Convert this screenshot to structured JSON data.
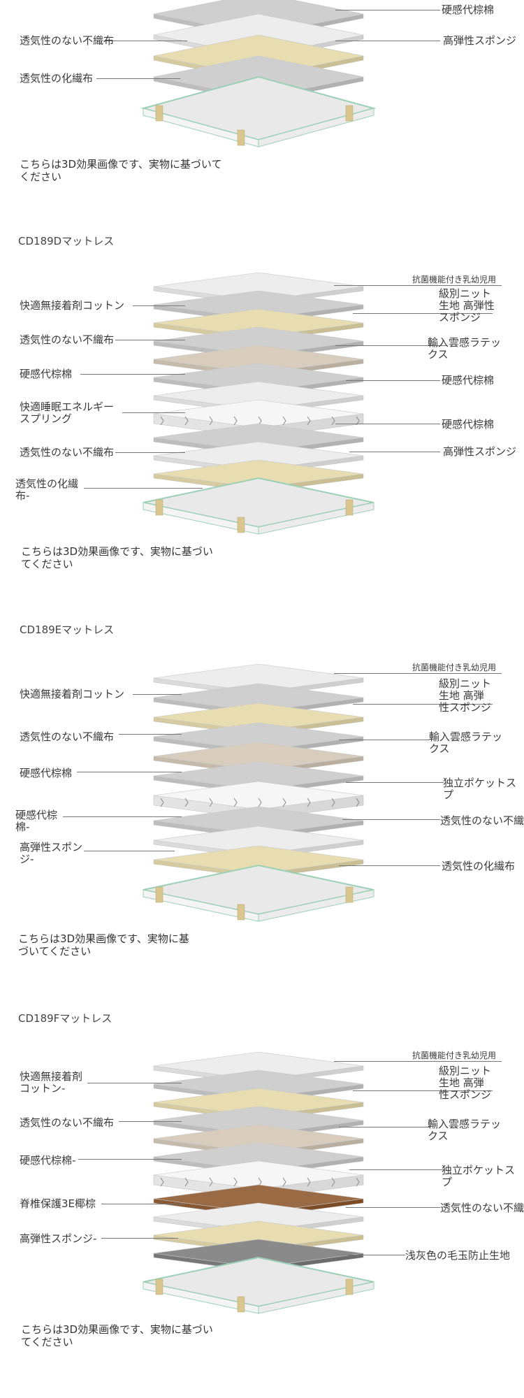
{
  "colors": {
    "white_layer": "#ededed",
    "grey_layer": "#cfcfcf",
    "cream_layer": "#e8ddb0",
    "beige_layer": "#d8cdbd",
    "brown_layer": "#9a6a45",
    "dark_layer": "#8a8a8a",
    "frame": "#e9e9e9",
    "frame_edge": "#9bd0b4",
    "post": "#d9c691"
  },
  "section_a": {
    "top_cut_label": "",
    "labels_left": [
      "透気性のない不織布",
      "透気性の化繊布"
    ],
    "labels_right": [
      "硬感代棕棉",
      "高弾性スポンジ"
    ],
    "note": "こちらは3D効果画像です、実物に基づいて\nください"
  },
  "section_d": {
    "title": "CD189Dマットレス",
    "labels_left": [
      "快適無接着剤コットン",
      "透気性のない不織布",
      "硬感代棕棉",
      "快適睡眠エネルギー\nスプリング",
      "透気性のない不織布",
      "透気性の化繊\n布-"
    ],
    "labels_right": [
      "抗菌機能付き乳幼児用",
      "級別ニット\n生地 高弾性\nスポンジ",
      "輸入雲感ラテッ\nクス",
      "硬感代棕棉",
      "硬感代棕棉",
      "高弾性スポンジ"
    ],
    "note": "こちらは3D効果画像です、実物に基づい\nてください"
  },
  "section_e": {
    "title": "CD189Eマットレス",
    "labels_left": [
      "快適無接着剤コットン",
      "透気性のない不織布",
      "硬感代棕棉",
      "硬感代棕\n棉-",
      "高弾性スポン\nジ-"
    ],
    "labels_right": [
      "抗菌機能付き乳幼児用",
      "級別ニット\n生地 高弾\n性スポンジ",
      "輸入雲感ラテッ\nクス",
      "独立ポケットスプ",
      "透気性のない不織",
      "透気性の化繊布"
    ],
    "note": "こちらは3D効果画像です、実物に基\nづいてください"
  },
  "section_f": {
    "title": "CD189Fマットレス",
    "labels_left": [
      "快適無接着剤\nコットン-",
      "透気性のない不織布",
      "硬感代棕棉-",
      "脊椎保護3E椰棕",
      "高弾性スポンジ-"
    ],
    "labels_right": [
      "抗菌機能付き乳幼児用",
      "級別ニット\n生地 高弾\n性スポンジ",
      "輸入雲感ラテッ\nクス",
      "独立ポケットスプ",
      "透気性のない不織",
      "浅灰色の毛玉防止生地"
    ],
    "note": "こちらは3D効果画像です、実物に基づい\nてください"
  }
}
